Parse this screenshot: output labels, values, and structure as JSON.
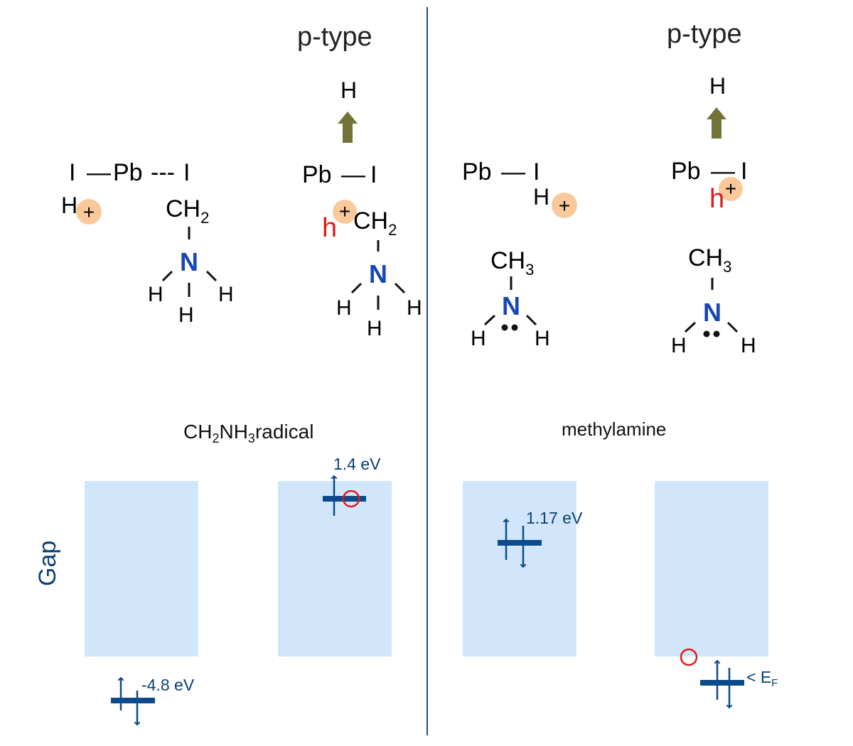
{
  "colors": {
    "divider": "#1f4e79",
    "band": "#d2e6fb",
    "level": "#0d4a8a",
    "nitrogen": "#1747b5",
    "hole_text": "#e01b1b",
    "charge_fill": "#f9c99c",
    "arrow_olive": "#737337",
    "hole_circle": "#e01b1b"
  },
  "panels": {
    "p1": {
      "iodine_left": "I",
      "bond_solid": "—",
      "lead": "Pb",
      "bond_dashed": "---",
      "iodine_right": "I",
      "hydrogen": "H",
      "plus": "+",
      "ch": "CH",
      "ch_sub": "2",
      "nitrogen": "N",
      "h_left": "H",
      "h_right": "H",
      "h_bottom": "H"
    },
    "p2": {
      "title": "p-type",
      "h_top": "H",
      "lead": "Pb",
      "bond": "—",
      "iodine": "I",
      "hole": "h",
      "plus": "+",
      "ch": "CH",
      "ch_sub": "2",
      "nitrogen": "N",
      "h_left": "H",
      "h_right": "H",
      "h_bottom": "H"
    },
    "p3": {
      "lead": "Pb",
      "bond": "—",
      "iodine": "I",
      "hydrogen": "H",
      "plus": "+",
      "ch": "CH",
      "ch_sub": "3",
      "nitrogen": "N",
      "lone_pair": "••",
      "h_left": "H",
      "h_right": "H"
    },
    "p4": {
      "title": "p-type",
      "h_top": "H",
      "lead": "Pb",
      "bond": "—",
      "iodine": "I",
      "hole": "h",
      "plus": "+",
      "ch": "CH",
      "ch_sub": "3",
      "nitrogen": "N",
      "lone_pair": "••",
      "h_left": "H",
      "h_right": "H"
    }
  },
  "labels": {
    "radical_ch": "CH",
    "radical_sub1": "2",
    "radical_nh": "NH",
    "radical_sub2": "3",
    "radical_word": "radical",
    "methylamine": "methylamine",
    "gap": "Gap"
  },
  "levels": {
    "l1": "-4.8 eV",
    "l2": "1.4 eV",
    "l3": "1.17 eV",
    "l4_prefix": "< E",
    "l4_sub": "F"
  }
}
